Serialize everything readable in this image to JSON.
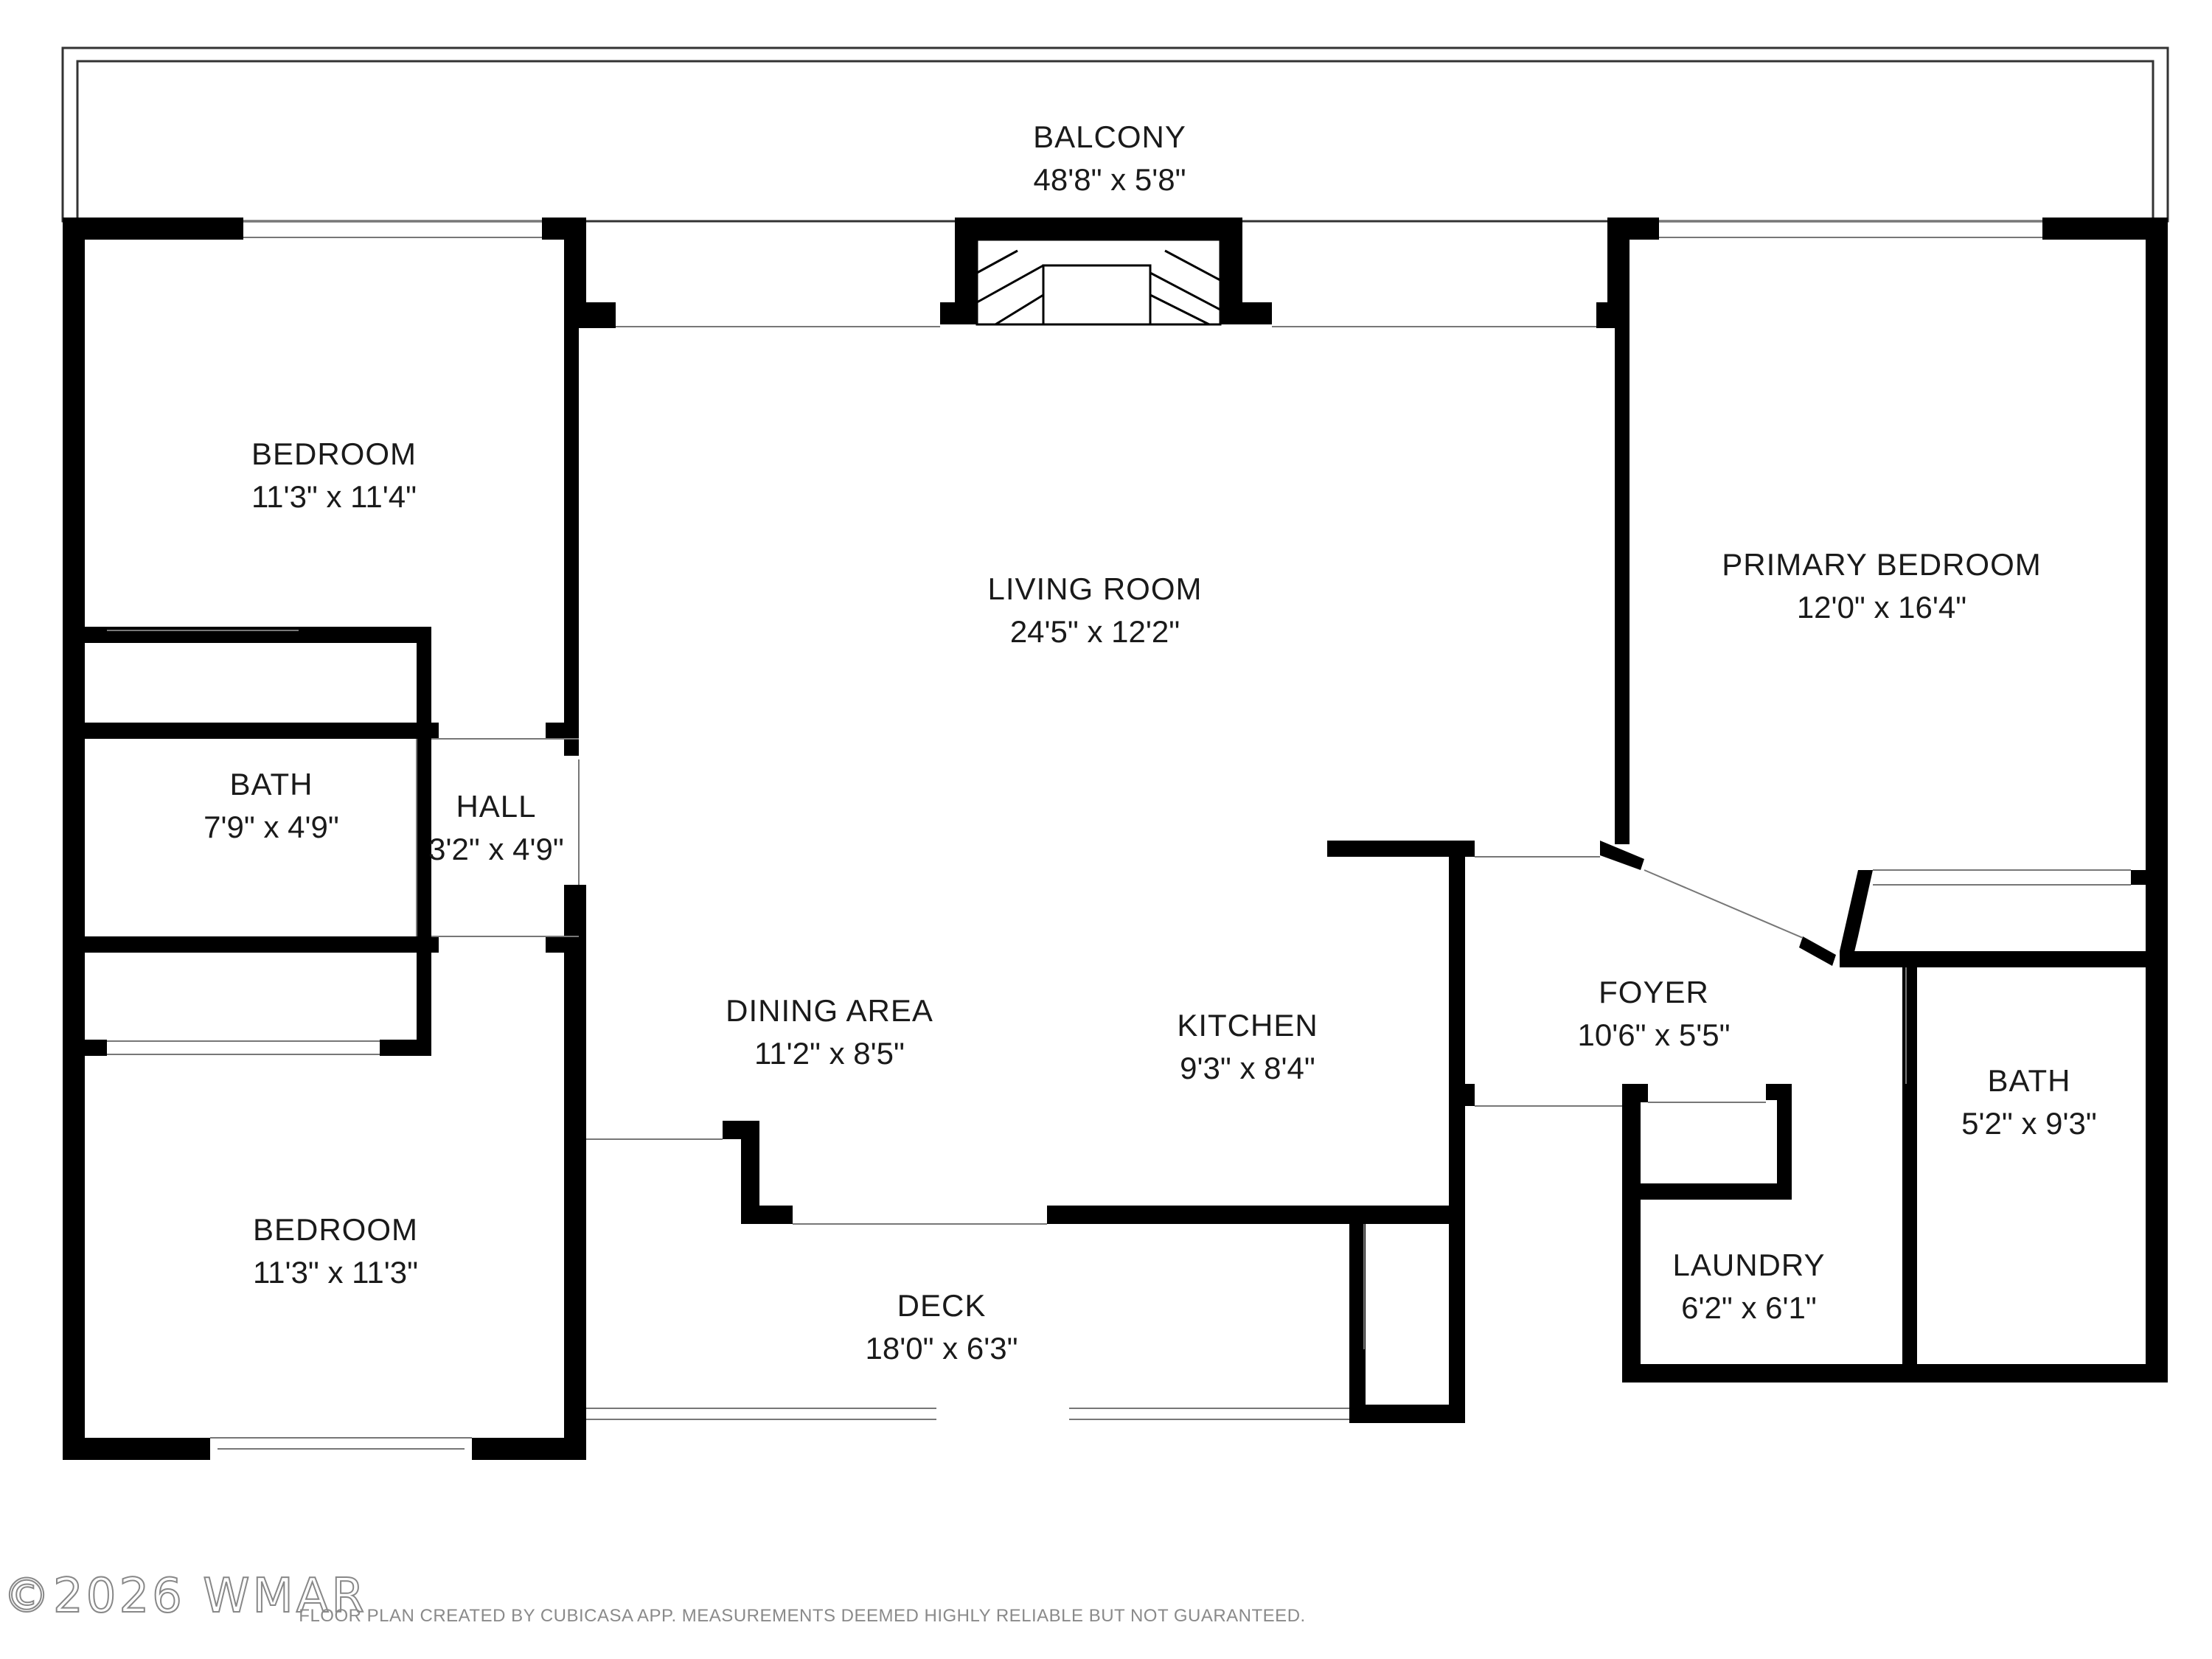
{
  "rooms": {
    "balcony": {
      "name": "BALCONY",
      "dims": "48'8\" x 5'8\""
    },
    "bedroom_top": {
      "name": "BEDROOM",
      "dims": "11'3\" x 11'4\""
    },
    "living_room": {
      "name": "LIVING ROOM",
      "dims": "24'5\" x 12'2\""
    },
    "primary_bedroom": {
      "name": "PRIMARY BEDROOM",
      "dims": "12'0\" x 16'4\""
    },
    "bath_left": {
      "name": "BATH",
      "dims": "7'9\" x 4'9\""
    },
    "hall": {
      "name": "HALL",
      "dims": "3'2\" x 4'9\""
    },
    "dining_area": {
      "name": "DINING AREA",
      "dims": "11'2\" x 8'5\""
    },
    "kitchen": {
      "name": "KITCHEN",
      "dims": "9'3\" x 8'4\""
    },
    "foyer": {
      "name": "FOYER",
      "dims": "10'6\" x 5'5\""
    },
    "bath_right": {
      "name": "BATH",
      "dims": "5'2\" x 9'3\""
    },
    "bedroom_bottom": {
      "name": "BEDROOM",
      "dims": "11'3\" x 11'3\""
    },
    "deck": {
      "name": "DECK",
      "dims": "18'0\" x 6'3\""
    },
    "laundry": {
      "name": "LAUNDRY",
      "dims": "6'2\" x 6'1\""
    }
  },
  "watermark": "©2026 WMAR",
  "disclaimer": "FLOOR PLAN CREATED BY CUBICASA APP. MEASUREMENTS DEEMED HIGHLY RELIABLE BUT NOT GUARANTEED.",
  "colors": {
    "wall": "#000000",
    "background": "#ffffff",
    "text": "#1a1a1a",
    "disclaimer": "#8a8a8a"
  }
}
